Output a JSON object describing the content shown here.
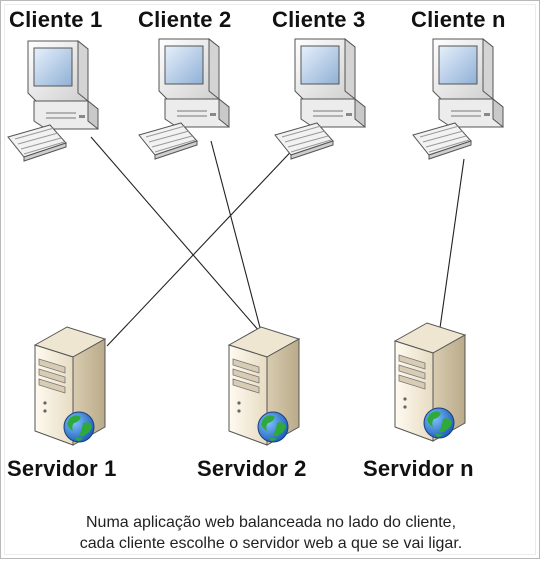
{
  "clients": [
    {
      "label": "Cliente 1"
    },
    {
      "label": "Cliente 2"
    },
    {
      "label": "Cliente 3"
    },
    {
      "label": "Cliente n"
    }
  ],
  "servers": [
    {
      "label": "Servidor 1"
    },
    {
      "label": "Servidor 2"
    },
    {
      "label": "Servidor n"
    }
  ],
  "connections": [
    {
      "from": "Cliente 1",
      "to": "Servidor 2"
    },
    {
      "from": "Cliente 2",
      "to": "Servidor 2"
    },
    {
      "from": "Cliente 3",
      "to": "Servidor 1"
    },
    {
      "from": "Cliente n",
      "to": "Servidor n"
    }
  ],
  "caption": {
    "line1": "Numa aplicação web balanceada no lado do cliente,",
    "line2": "cada cliente escolhe o servidor web a que se vai ligar."
  },
  "colors": {
    "monitor_body": "#f0f0f0",
    "screen": "#b7cde6",
    "server_body": "#f4ecdc",
    "globe": "#2f7de0",
    "land": "#2faa3a",
    "line": "#222222"
  },
  "icons": {
    "client": "computer-icon",
    "server": "server-globe-icon"
  }
}
